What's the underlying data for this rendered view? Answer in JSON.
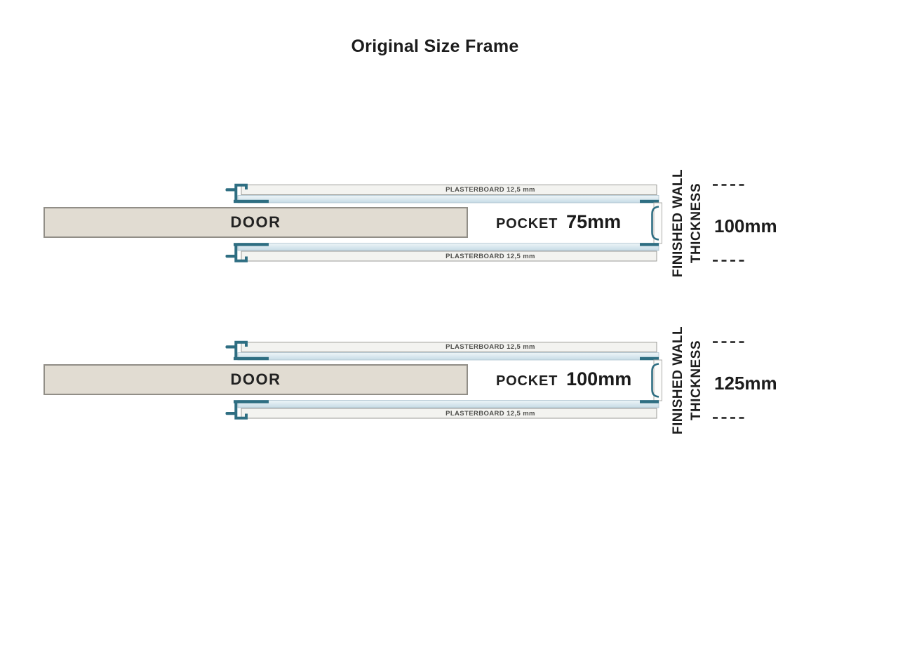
{
  "title": "Original Size Frame",
  "diagrams": [
    {
      "plasterboard_top": "PLASTERBOARD 12,5 mm",
      "plasterboard_bottom": "PLASTERBOARD 12,5 mm",
      "door": "DOOR",
      "pocket_label": "POCKET",
      "pocket_size": "75mm",
      "wall_label_line1": "FINISHED WALL",
      "wall_label_line2": "THICKNESS",
      "wall_thickness": "100mm"
    },
    {
      "plasterboard_top": "PLASTERBOARD 12,5 mm",
      "plasterboard_bottom": "PLASTERBOARD 12,5 mm",
      "door": "DOOR",
      "pocket_label": "POCKET",
      "pocket_size": "100mm",
      "wall_label_line1": "FINISHED WALL",
      "wall_label_line2": "THICKNESS",
      "wall_thickness": "125mm"
    }
  ],
  "colors": {
    "frame_teal": "#2e6e82",
    "rail_blue": "#cfe2ec",
    "plasterboard_fill": "#f3f3f0",
    "plasterboard_stroke": "#9b9b97",
    "door_fill": "#e1dcd2",
    "door_border": "#918e87",
    "text_dark": "#1c1c1c",
    "label_gray": "#4f4f4c"
  }
}
